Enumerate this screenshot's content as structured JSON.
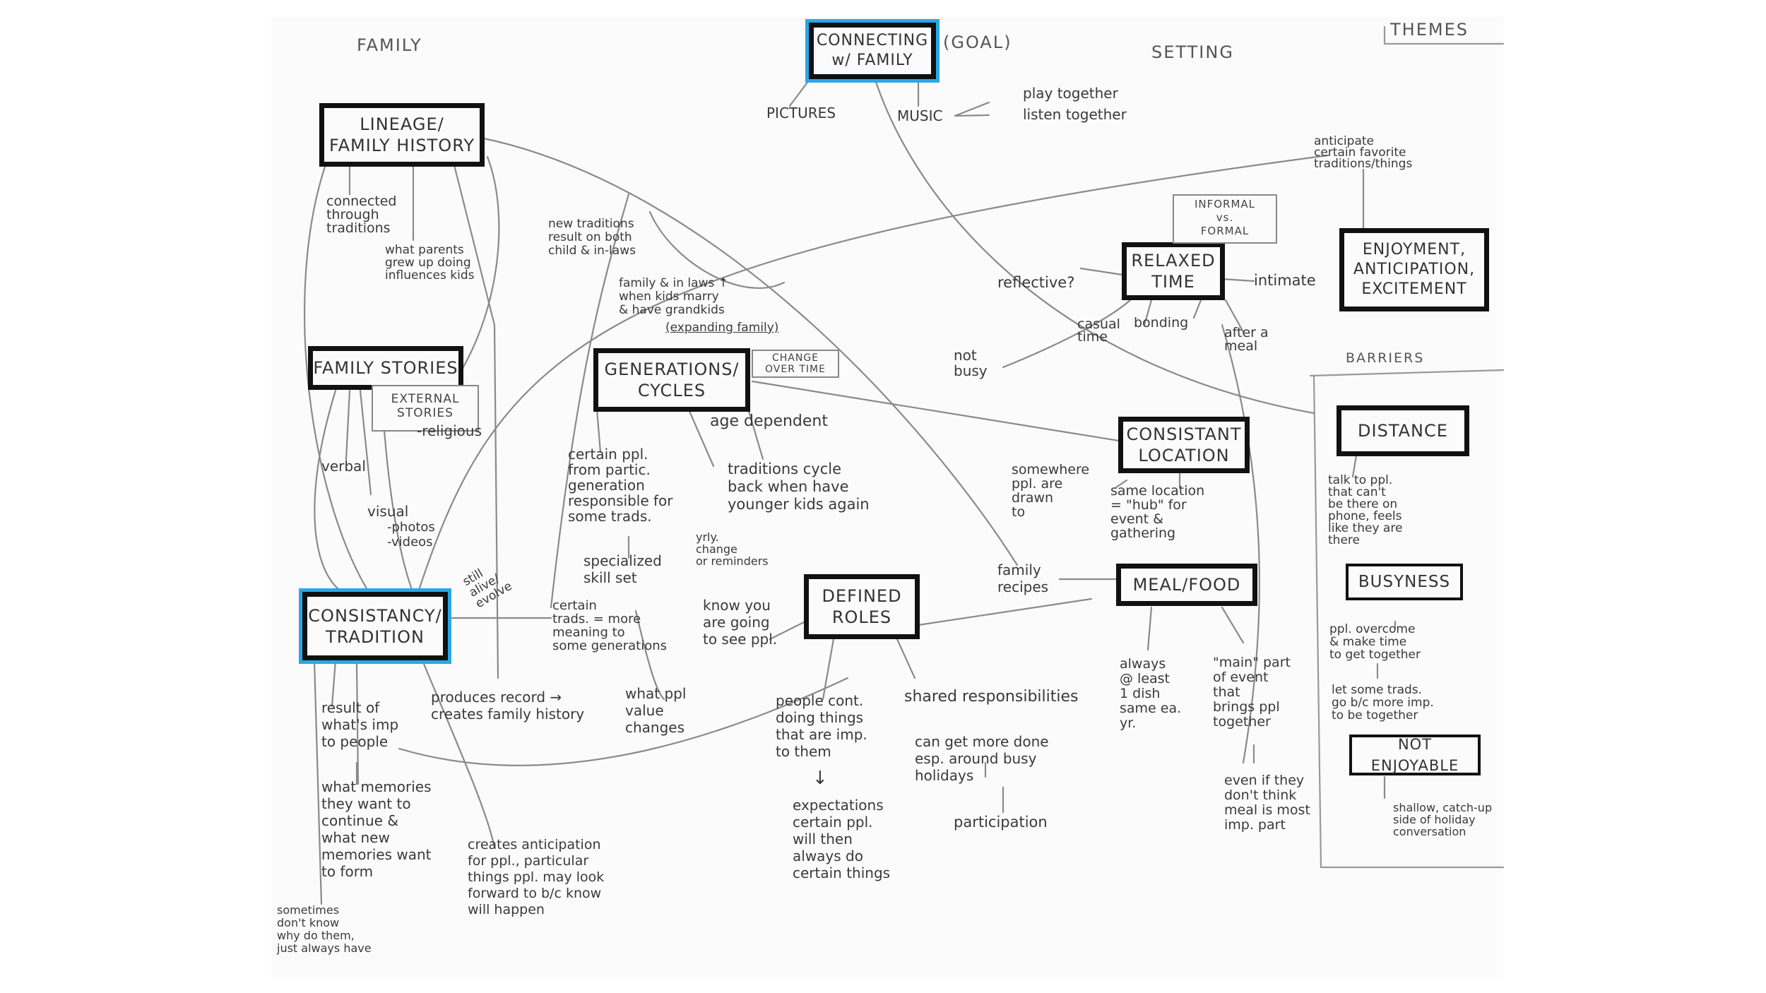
{
  "headings": {
    "family": "FAMILY",
    "setting": "SETTING",
    "themes": "THEMES",
    "goal": "(GOAL)",
    "barriers": "BARRIERS"
  },
  "boxes": {
    "connecting": "CONNECTING\nw/ FAMILY",
    "lineage": "LINEAGE/\nFAMILY HISTORY",
    "family_stories": "FAMILY STORIES",
    "generations": "GENERATIONS/\nCYCLES",
    "consistancy": "CONSISTANCY/\nTRADITION",
    "relaxed_time": "RELAXED\nTIME",
    "consistant_location": "CONSISTANT\nLOCATION",
    "meal_food": "MEAL/FOOD",
    "defined_roles": "DEFINED\nROLES",
    "enjoyment": "ENJOYMENT,\nANTICIPATION,\nEXCITEMENT",
    "distance": "DISTANCE",
    "busyness": "BUSYNESS",
    "not_enjoyable": "NOT ENJOYABLE"
  },
  "small_boxes": {
    "external_stories": "EXTERNAL\nSTORIES",
    "change_over_time": "CHANGE\nOVER TIME",
    "informal_formal": "INFORMAL\nvs.\nFORMAL"
  },
  "notes": {
    "pictures": "PICTURES",
    "music": "MUSIC",
    "play_together": "play together",
    "listen_together": "listen together",
    "connected_through": "connected\nthrough\ntraditions",
    "what_parents": "what parents\ngrew up doing\ninfluences kids",
    "new_traditions": "new traditions\nresult on both\nchild & in-laws",
    "family_in_laws": "family & in laws ↑\nwhen kids marry\n& have grandkids",
    "expanding_family": "(expanding family)",
    "religious": "-religious",
    "verbal": "verbal",
    "visual": "visual",
    "photos": "-photos",
    "videos": "-videos",
    "certain_ppl": "certain ppl.\nfrom partic.\ngeneration\nresponsible for\nsome trads.",
    "age_dependent": "age dependent",
    "traditions_cycle": "traditions cycle\nback when have\nyounger kids again",
    "specialized": "specialized\nskill set",
    "yrly_change": "yrly.\nchange\nor reminders",
    "certain_trads": "certain\ntrads. = more\nmeaning to\nsome generations",
    "still_alive": "still\nalive/\nevolve",
    "what_ppl_value": "what ppl\nvalue\nchanges",
    "produces_record": "produces record →\ncreates family history",
    "result_of": "result of\nwhat's imp\nto people",
    "what_memories": "what memories\nthey want to\ncontinue &\nwhat new\nmemories want\nto form",
    "sometimes": "sometimes\ndon't know\nwhy do them,\njust always have",
    "creates_anticipation": "creates anticipation\nfor ppl., particular\nthings ppl. may look\nforward to b/c know\nwill happen",
    "know_you": "know you\nare going\nto see ppl.",
    "people_cont": "people cont.\ndoing things\nthat are imp.\nto them",
    "arrow_down": "↓",
    "expectations": "expectations\ncertain ppl.\nwill then\nalways do\ncertain things",
    "shared": "shared responsibilities",
    "can_get_more": "can get more done\nesp. around busy\nholidays",
    "participation": "participation",
    "reflective": "reflective?",
    "intimate": "intimate",
    "casual_time": "casual\ntime",
    "bonding": "bonding",
    "after_meal": "after a\nmeal",
    "not_busy": "not\nbusy",
    "somewhere": "somewhere\nppl. are\ndrawn\nto",
    "same_location": "same location\n= \"hub\" for\nevent &\ngathering",
    "family_recipes": "family\nrecipes",
    "always_least": "always\n@ least\n1 dish\nsame ea.\nyr.",
    "main_part": "\"main\" part\nof event\nthat\nbrings ppl\ntogether",
    "even_if": "even if they\ndon't think\nmeal is most\nimp. part",
    "anticipate": "anticipate\ncertain favorite\ntraditions/things",
    "talk_to": "talk to ppl.\nthat can't\nbe there on\nphone, feels\nlike they are\nthere",
    "ppl_overcome": "ppl. overcome\n& make time\nto get together",
    "let_some": "let some trads.\ngo b/c more imp.\nto be together",
    "shallow": "shallow, catch-up\nside of holiday\nconversation"
  }
}
